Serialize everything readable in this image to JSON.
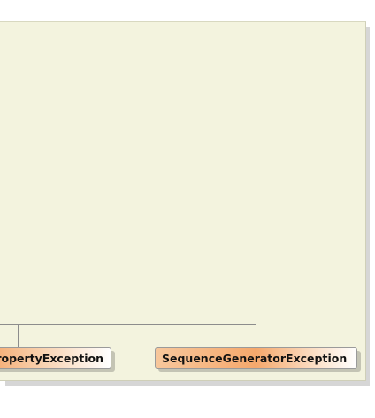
{
  "diagram": {
    "type": "class-hierarchy",
    "background_color": "#f3f3de",
    "node_gradient_accent": "#f5a86c",
    "nodes": [
      {
        "id": "left-node",
        "label": "ropertyException"
      },
      {
        "id": "right-node",
        "label": "SequenceGeneratorException"
      }
    ],
    "edges": [
      {
        "from": "left-node",
        "to": "parent-above"
      },
      {
        "from": "right-node",
        "to": "parent-above"
      }
    ]
  }
}
